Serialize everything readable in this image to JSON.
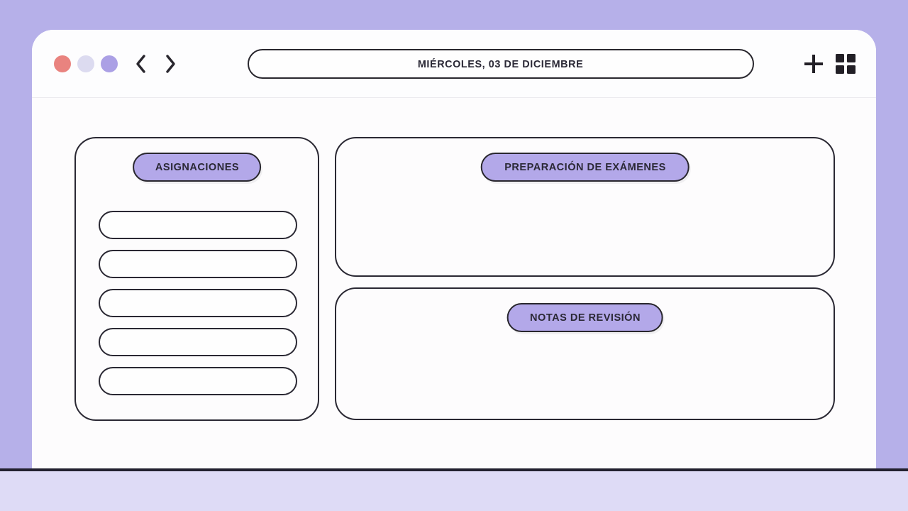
{
  "chrome": {
    "address_text": "MIÉRCOLES, 03 DE DICIEMBRE",
    "traffic_lights": [
      {
        "name": "close",
        "color": "#e9837f"
      },
      {
        "name": "minimize",
        "color": "#dcdbf0"
      },
      {
        "name": "maximize",
        "color": "#aba0e5"
      }
    ],
    "icons": [
      "back-chevron",
      "forward-chevron",
      "plus",
      "apps-grid"
    ]
  },
  "panels": {
    "assignments": {
      "title": "ASIGNACIONES",
      "row_count": 5
    },
    "exam_prep": {
      "title": "PREPARACIÓN DE EXÁMENES"
    },
    "revision_notes": {
      "title": "NOTAS DE REVISIÓN"
    }
  },
  "colors": {
    "background": "#b6b0e9",
    "window": "#fdfcfd",
    "pill_fill": "#b3a8e9",
    "outline": "#2a2833",
    "bottom_line": "#232130",
    "bottom_strip": "#dedbf6"
  }
}
